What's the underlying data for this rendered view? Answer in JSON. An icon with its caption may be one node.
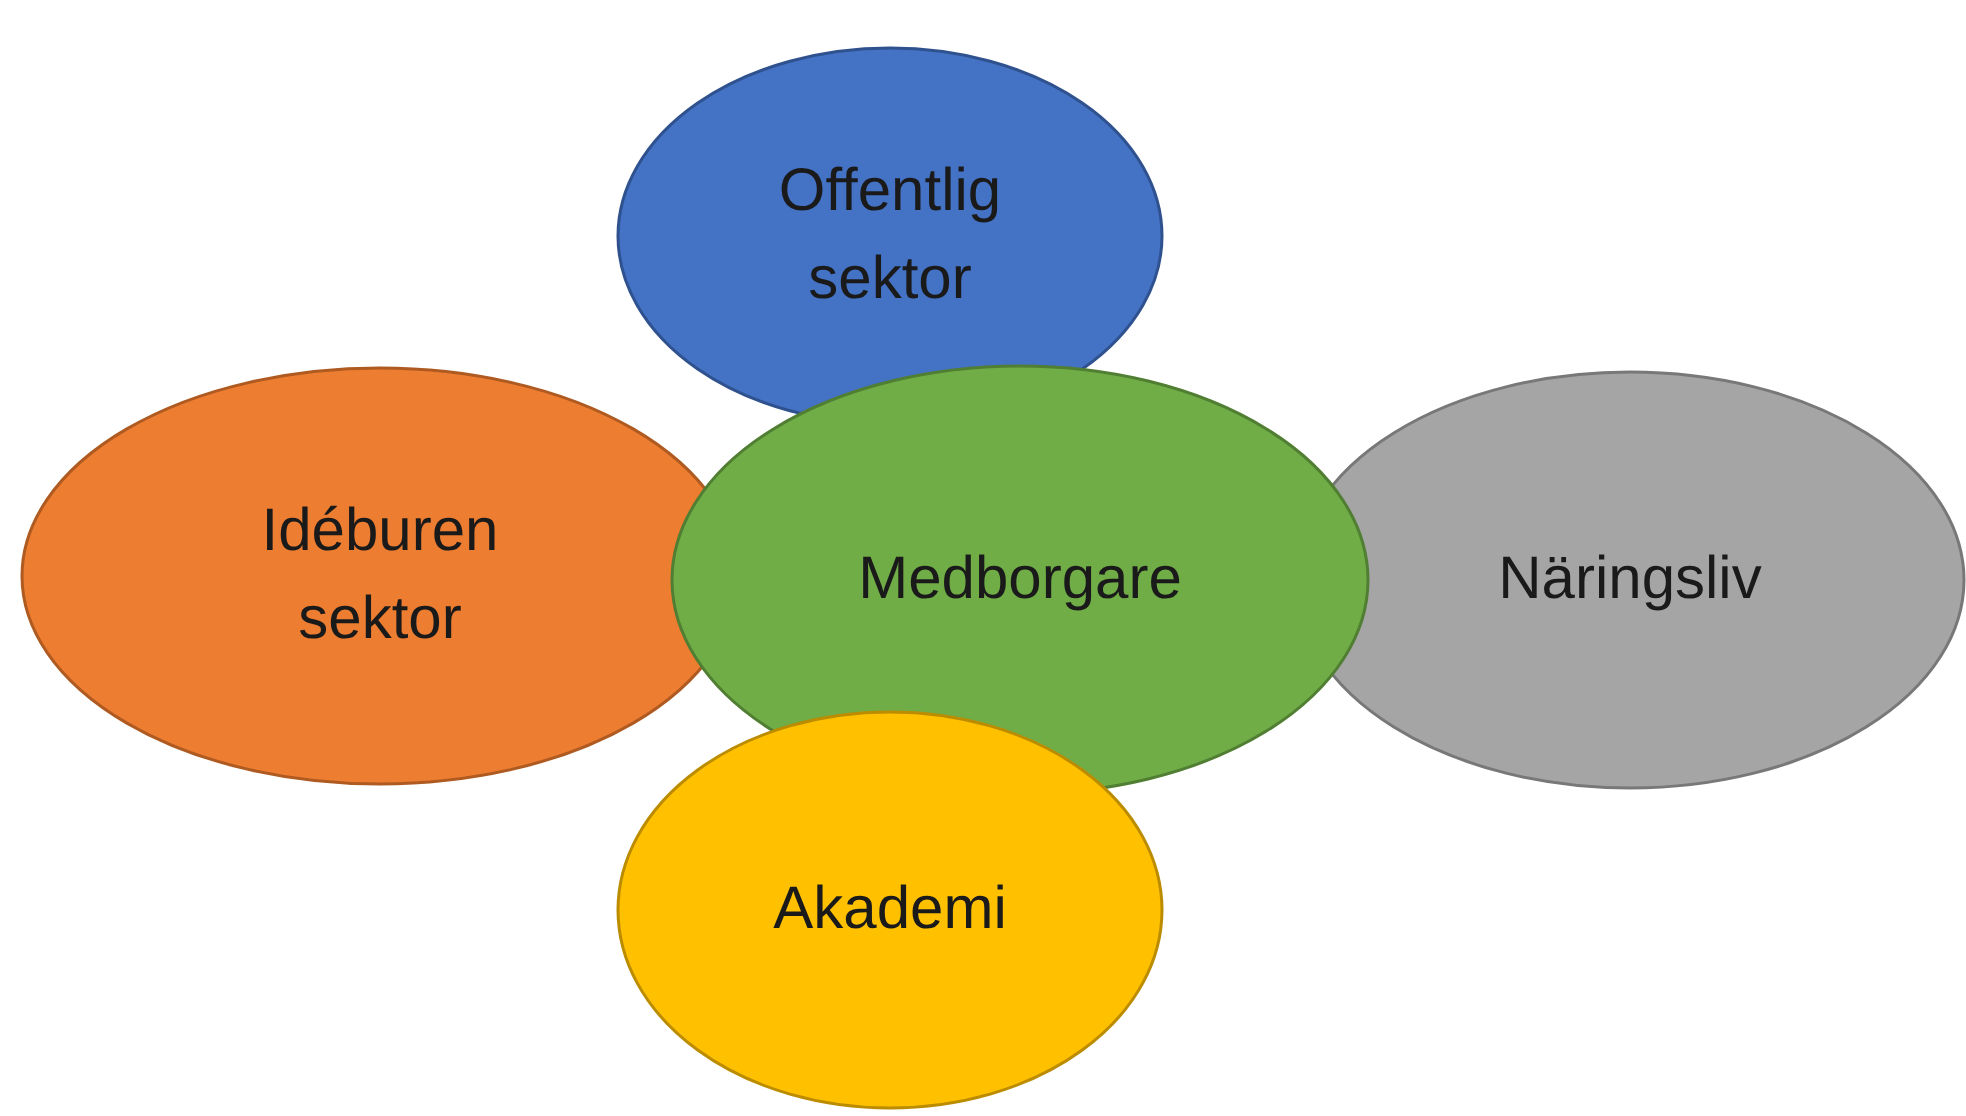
{
  "diagram": {
    "nodes": [
      {
        "text": [
          "Offentlig sektor"
        ]
      },
      {
        "text": [
          "Idéburen sektor"
        ]
      },
      {
        "text": [
          "Medborgare"
        ]
      },
      {
        "text": [
          "Näringsliv"
        ]
      },
      {
        "text": [
          "Akademi"
        ]
      }
    ]
  }
}
